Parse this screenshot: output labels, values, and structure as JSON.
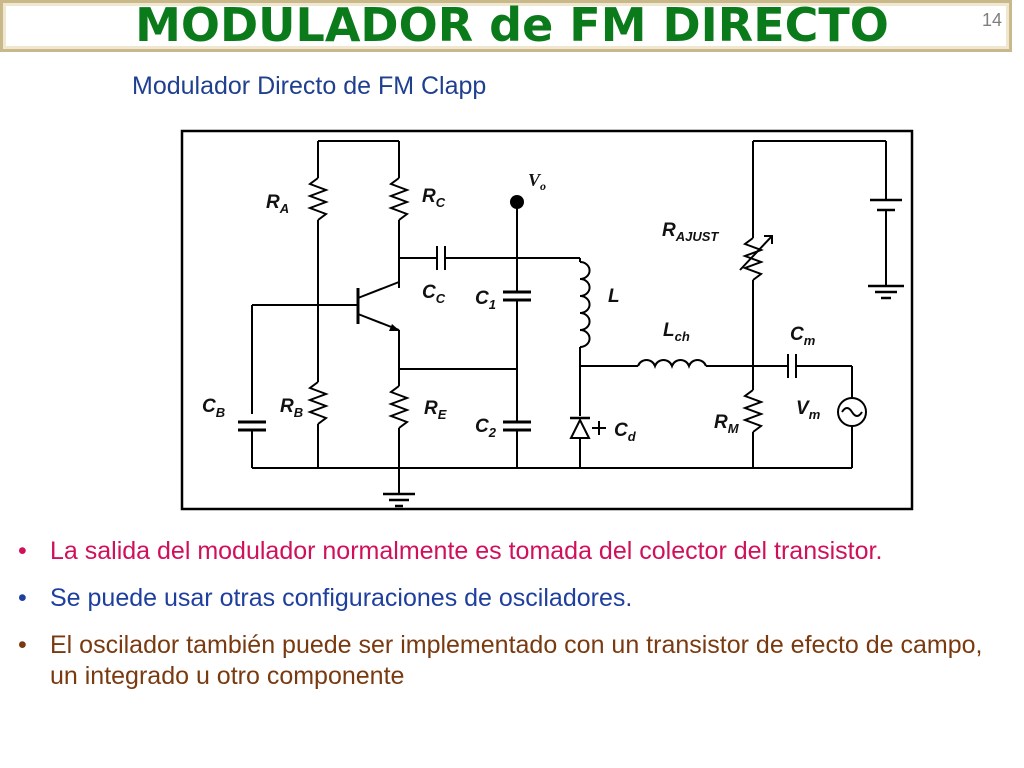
{
  "slide": {
    "title": "MODULADOR de FM DIRECTO",
    "page_number": "14",
    "subtitle": "Modulador Directo de FM  Clapp"
  },
  "circuit": {
    "labels": {
      "ra": "R",
      "ra_sub": "A",
      "rc": "R",
      "rc_sub": "C",
      "vo": "V",
      "vo_sub": "o",
      "rajust": "R",
      "rajust_sub": "AJUST",
      "cc": "C",
      "cc_sub": "C",
      "c1": "C",
      "c1_sub": "1",
      "l": "L",
      "lch": "L",
      "lch_sub": "ch",
      "cm": "C",
      "cm_sub": "m",
      "cb": "C",
      "cb_sub": "B",
      "rb": "R",
      "rb_sub": "B",
      "re": "R",
      "re_sub": "E",
      "c2": "C",
      "c2_sub": "2",
      "cd": "C",
      "cd_sub": "d",
      "rm": "R",
      "rm_sub": "M",
      "vm": "V",
      "vm_sub": "m"
    }
  },
  "bullets": [
    {
      "text": "La salida del modulador normalmente es tomada del colector del transistor.",
      "color": "#d0105a"
    },
    {
      "text": "Se puede usar otras configuraciones de osciladores.",
      "color": "#1f3f9f"
    },
    {
      "text": "El oscilador también puede ser implementado con un transistor de efecto de campo, un integrado u otro componente",
      "color": "#7a3a10"
    }
  ]
}
